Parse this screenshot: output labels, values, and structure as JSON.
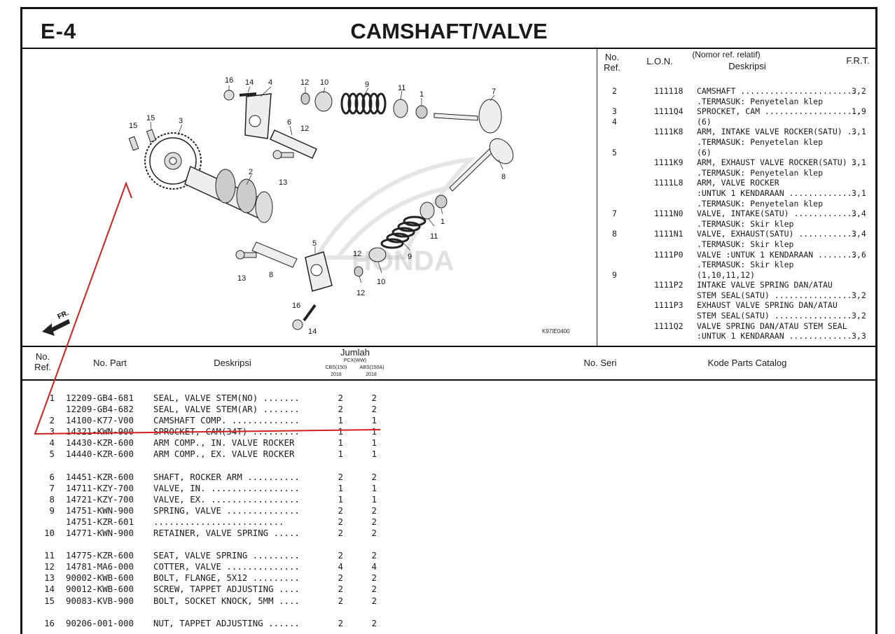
{
  "header": {
    "code": "E-4",
    "title": "CAMSHAFT/VALVE"
  },
  "diagram": {
    "callouts": [
      "16",
      "14",
      "4",
      "12",
      "10",
      "9",
      "11",
      "1",
      "7",
      "15",
      "15",
      "3",
      "6",
      "12",
      "13",
      "2",
      "8",
      "5",
      "1",
      "11",
      "13",
      "8",
      "12",
      "9",
      "12",
      "10",
      "16",
      "14"
    ],
    "brand_watermark": "HONDA",
    "fr_label": "FR.",
    "figure_code": "K97IE0400"
  },
  "right_panel": {
    "col_no_ref": "No. Ref.",
    "col_lon": "L.O.N.",
    "col_desc_1": "(Nomor ref. relatif)",
    "col_desc_2": "Deskripsi",
    "col_frt": "F.R.T.",
    "rows": [
      {
        "ref": "2",
        "lon": "111118",
        "desc": "CAMSHAFT ........................",
        "frt": "3,2"
      },
      {
        "ref": "",
        "lon": "",
        "desc": ".TERMASUK: Penyetelan klep",
        "frt": ""
      },
      {
        "ref": "3",
        "lon": "1111Q4",
        "desc": "SPROCKET, CAM ....................",
        "frt": "1,9"
      },
      {
        "ref": "4",
        "lon": "",
        "desc": "(6)",
        "frt": ""
      },
      {
        "ref": "",
        "lon": "1111K8",
        "desc": "ARM, INTAKE VALVE ROCKER(SATU) ..",
        "frt": "3,1"
      },
      {
        "ref": "",
        "lon": "",
        "desc": ".TERMASUK: Penyetelan klep",
        "frt": ""
      },
      {
        "ref": "5",
        "lon": "",
        "desc": "(6)",
        "frt": ""
      },
      {
        "ref": "",
        "lon": "1111K9",
        "desc": "ARM, EXHAUST VALVE ROCKER(SATU) .",
        "frt": "3,1"
      },
      {
        "ref": "",
        "lon": "",
        "desc": ".TERMASUK: Penyetelan klep",
        "frt": ""
      },
      {
        "ref": "",
        "lon": "1111L8",
        "desc": "ARM, VALVE ROCKER",
        "frt": ""
      },
      {
        "ref": "",
        "lon": "",
        "desc": " :UNTUK 1 KENDARAAN .............",
        "frt": "3,1"
      },
      {
        "ref": "",
        "lon": "",
        "desc": ".TERMASUK: Penyetelan klep",
        "frt": ""
      },
      {
        "ref": "7",
        "lon": "1111N0",
        "desc": "VALVE, INTAKE(SATU) .............",
        "frt": "3,4"
      },
      {
        "ref": "",
        "lon": "",
        "desc": ".TERMASUK: Skir klep",
        "frt": ""
      },
      {
        "ref": "8",
        "lon": "1111N1",
        "desc": "VALVE, EXHAUST(SATU) ............",
        "frt": "3,4"
      },
      {
        "ref": "",
        "lon": "",
        "desc": ".TERMASUK: Skir klep",
        "frt": ""
      },
      {
        "ref": "",
        "lon": "1111P0",
        "desc": "VALVE :UNTUK 1 KENDARAAN ........",
        "frt": "3,6"
      },
      {
        "ref": "",
        "lon": "",
        "desc": ".TERMASUK: Skir klep",
        "frt": ""
      },
      {
        "ref": "9",
        "lon": "",
        "desc": "(1,10,11,12)",
        "frt": ""
      },
      {
        "ref": "",
        "lon": "1111P2",
        "desc": "INTAKE VALVE SPRING DAN/ATAU",
        "frt": ""
      },
      {
        "ref": "",
        "lon": "",
        "desc": " STEM SEAL(SATU) ................",
        "frt": "3,2"
      },
      {
        "ref": "",
        "lon": "1111P3",
        "desc": "EXHAUST VALVE SPRING DAN/ATAU",
        "frt": ""
      },
      {
        "ref": "",
        "lon": "",
        "desc": " STEM SEAL(SATU) ................",
        "frt": "3,2"
      },
      {
        "ref": "",
        "lon": "1111Q2",
        "desc": "VALVE SPRING DAN/ATAU STEM SEAL",
        "frt": ""
      },
      {
        "ref": "",
        "lon": "",
        "desc": " :UNTUK 1 KENDARAAN .............",
        "frt": "3,3"
      }
    ]
  },
  "parts_header": {
    "no_ref": "No. Ref.",
    "no_part": "No. Part",
    "deskripsi": "Deskripsi",
    "jumlah": "Jumlah",
    "model": "PCX(WW)",
    "cbs": "CBS(150)",
    "abs": "ABS(150A)",
    "year1": "2018",
    "year2": "2018",
    "no_seri": "No. Seri",
    "kode_catalog": "Kode Parts Catalog"
  },
  "parts": [
    {
      "ref": "1",
      "part": "12209-GB4-681",
      "desc": "SEAL, VALVE STEM(NO) .......",
      "cbs": "2",
      "abs": "2"
    },
    {
      "ref": "",
      "part": "12209-GB4-682",
      "desc": "SEAL, VALVE STEM(AR) .......",
      "cbs": "2",
      "abs": "2"
    },
    {
      "ref": "2",
      "part": "14100-K77-V00",
      "desc": "CAMSHAFT COMP. .............",
      "cbs": "1",
      "abs": "1"
    },
    {
      "ref": "3",
      "part": "14321-KWN-900",
      "desc": "SPROCKET, CAM(34T) .........",
      "cbs": "1",
      "abs": "1"
    },
    {
      "ref": "4",
      "part": "14430-KZR-600",
      "desc": "ARM COMP., IN. VALVE ROCKER",
      "cbs": "1",
      "abs": "1"
    },
    {
      "ref": "5",
      "part": "14440-KZR-600",
      "desc": "ARM COMP., EX. VALVE ROCKER",
      "cbs": "1",
      "abs": "1"
    },
    {
      "gap": true
    },
    {
      "ref": "6",
      "part": "14451-KZR-600",
      "desc": "SHAFT, ROCKER ARM ..........",
      "cbs": "2",
      "abs": "2"
    },
    {
      "ref": "7",
      "part": "14711-KZY-700",
      "desc": "VALVE, IN. .................",
      "cbs": "1",
      "abs": "1"
    },
    {
      "ref": "8",
      "part": "14721-KZY-700",
      "desc": "VALVE, EX. .................",
      "cbs": "1",
      "abs": "1"
    },
    {
      "ref": "9",
      "part": "14751-KWN-900",
      "desc": "SPRING, VALVE ..............",
      "cbs": "2",
      "abs": "2"
    },
    {
      "ref": "",
      "part": "14751-KZR-601",
      "desc": "   .........................",
      "cbs": "2",
      "abs": "2"
    },
    {
      "ref": "10",
      "part": "14771-KWN-900",
      "desc": "RETAINER, VALVE SPRING .....",
      "cbs": "2",
      "abs": "2"
    },
    {
      "gap": true
    },
    {
      "ref": "11",
      "part": "14775-KZR-600",
      "desc": "SEAT, VALVE SPRING .........",
      "cbs": "2",
      "abs": "2"
    },
    {
      "ref": "12",
      "part": "14781-MA6-000",
      "desc": "COTTER, VALVE ..............",
      "cbs": "4",
      "abs": "4"
    },
    {
      "ref": "13",
      "part": "90002-KWB-600",
      "desc": "BOLT, FLANGE, 5X12 .........",
      "cbs": "2",
      "abs": "2"
    },
    {
      "ref": "14",
      "part": "90012-KWB-600",
      "desc": "SCREW, TAPPET ADJUSTING ....",
      "cbs": "2",
      "abs": "2"
    },
    {
      "ref": "15",
      "part": "90083-KVB-900",
      "desc": "BOLT, SOCKET KNOCK, 5MM ....",
      "cbs": "2",
      "abs": "2"
    },
    {
      "gap": true
    },
    {
      "ref": "16",
      "part": "90206-001-000",
      "desc": "NUT, TAPPET ADJUSTING ......",
      "cbs": "2",
      "abs": "2"
    }
  ]
}
